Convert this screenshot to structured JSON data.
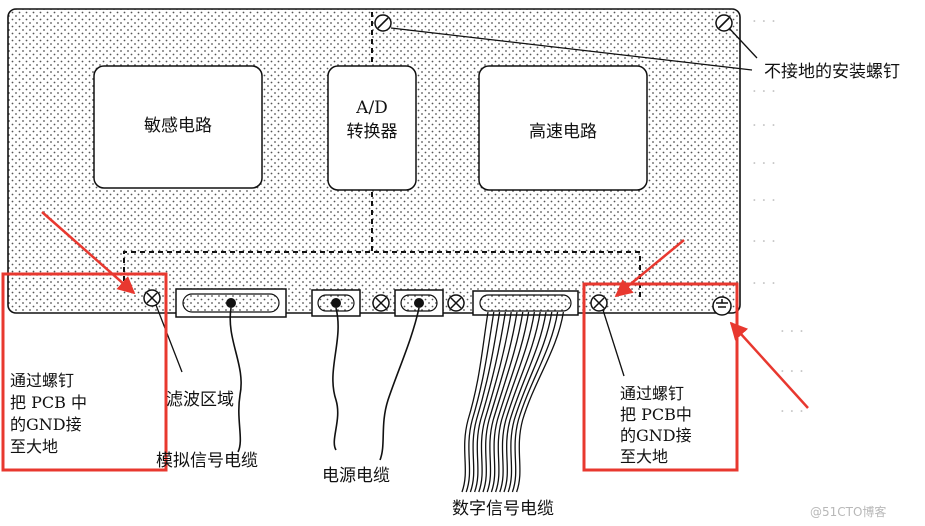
{
  "blocks": {
    "sensitive": "敏感电路",
    "ad_line1": "A/D",
    "ad_line2": "转换器",
    "highspeed": "高速电路"
  },
  "labels": {
    "ungrounded_screw": "不接地的安装螺钉",
    "filter_area": "滤波区域",
    "analog_cable": "模拟信号电缆",
    "power_cable": "电源电缆",
    "digital_cable": "数字信号电缆",
    "ground_left": [
      "通过螺钉",
      "把 PCB 中",
      "的GND接",
      "至大地"
    ],
    "ground_right": [
      "通过螺钉",
      "把 PCB中",
      "的GND接",
      "至大地"
    ]
  },
  "watermark": "@51CTO博客",
  "colors": {
    "highlight": "#e8382f",
    "ink": "#111111",
    "board_dots": "#555555"
  },
  "icons": [
    "screw-icon",
    "ground-screw-icon",
    "connector-icon"
  ]
}
